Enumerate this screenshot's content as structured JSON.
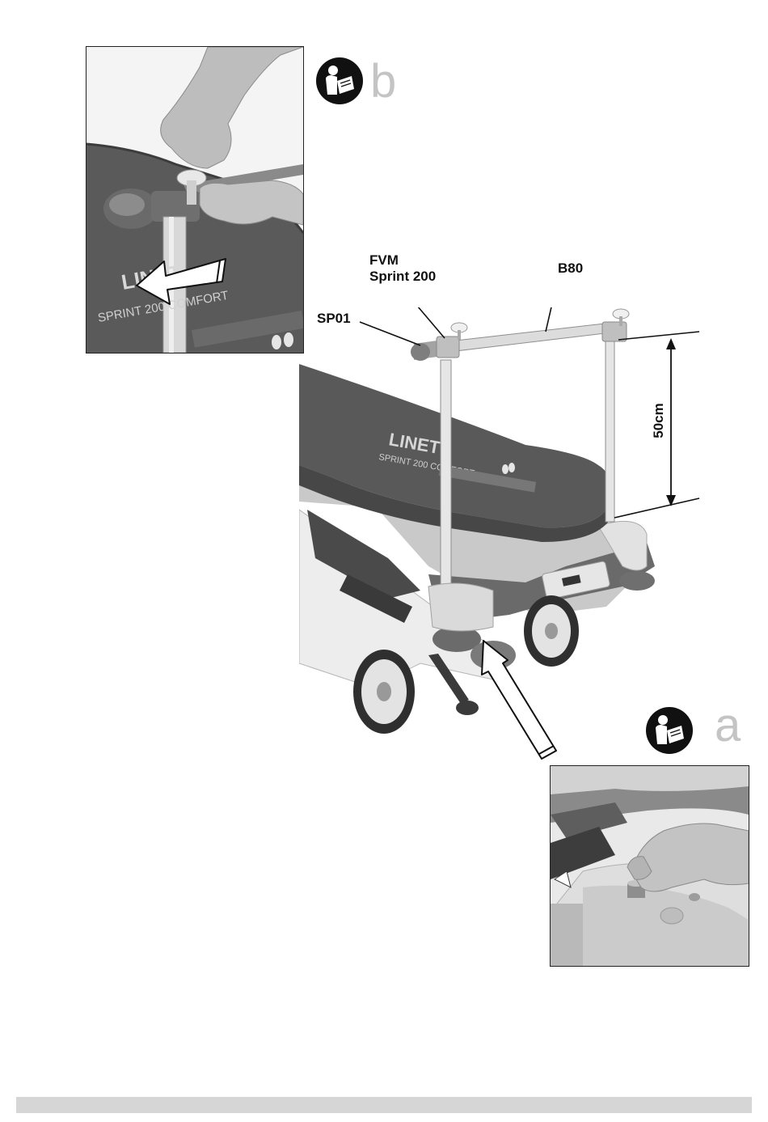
{
  "step_b": {
    "letter": "b",
    "icon": "read-manual-icon"
  },
  "step_a": {
    "letter": "a",
    "icon": "read-manual-icon"
  },
  "labels": {
    "fvm_line1": "FVM",
    "fvm_line2": "Sprint 200",
    "b80": "B80",
    "sp01": "SP01",
    "height": "50cm"
  },
  "mattress": {
    "brand": "LINET",
    "model": "SPRINT 200 COMFORT"
  },
  "colors": {
    "mattress": "#585858",
    "frame": "#ececec",
    "metal": "#d0d0d0",
    "step_letter": "#c4c4c4",
    "footer_bar": "#d6d6d6"
  }
}
